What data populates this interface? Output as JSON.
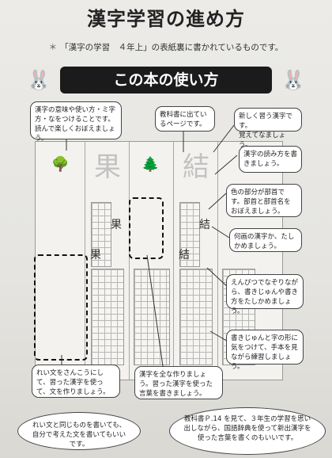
{
  "header": {
    "title": "漢字学習の進め方",
    "subtitle": "「漢字の学習　４年上」の表紙裏に書かれているものです。",
    "subtitle_mark": "＊"
  },
  "banner": {
    "label": "この本の使い方"
  },
  "sheet": {
    "kanji_big": [
      "果",
      "結"
    ],
    "kanji_small": [
      "果",
      "果",
      "結",
      "結"
    ]
  },
  "callouts": {
    "meaning": "漢字の意味や使い方・ミ字方・なをつけることです。読んで楽しくおぼえましょう。",
    "textbook": "教科書に出ているページです。",
    "new_kanji": "新しく習う漢字です。",
    "new_kanji_2": "覚えてなましょう。",
    "reading": "漢字の読み方を書きましょう。",
    "bushu": "色の部分が部首です。部首と部首名をおぼえましょう。",
    "check": "何画の漢字か、たしかめましょう。",
    "pencil": "えんぴつでなぞりながら、書きじゅんや書き方をたしかめましょう。",
    "practice": "書きじゅんと字の形に気をつけて、手本を見ながら練習しましょう。",
    "sentence": "れい文をさんこうにして、習った漢字を使って、文を作りましょう。",
    "review": "漢字を全な作りましょう。習った漢字を使った言葉を書きましょう。",
    "cloud_left": "れい文と同じものを書いても、自分で考えた文を書いてもいいです。",
    "cloud_right": "教科書Ｐ.14 を見て、３年生の学習を思い出しながら、国語辞典を使って新出漢字を使った言葉を書くのもいいです。"
  },
  "icons": {
    "rabbit_left": "rabbit-icon",
    "rabbit_right": "rabbit-icon"
  }
}
